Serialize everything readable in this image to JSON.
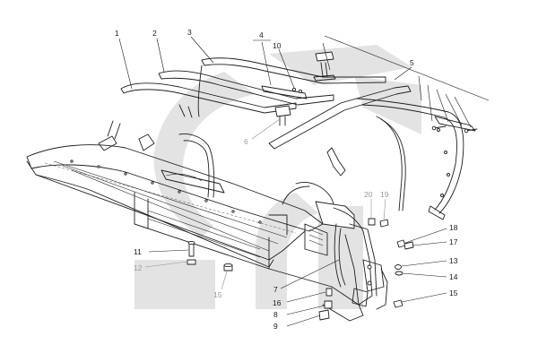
{
  "diagram": {
    "watermark_color": "#e3e3e3",
    "line_color": "#1f1f1f",
    "callouts": [
      {
        "id": "c1",
        "label": "1"
      },
      {
        "id": "c2",
        "label": "2"
      },
      {
        "id": "c3",
        "label": "3"
      },
      {
        "id": "c4",
        "label": "4"
      },
      {
        "id": "c10",
        "label": "10"
      },
      {
        "id": "c5",
        "label": "5"
      },
      {
        "id": "c6",
        "label": "6"
      },
      {
        "id": "c20",
        "label": "20"
      },
      {
        "id": "c19",
        "label": "19"
      },
      {
        "id": "c18",
        "label": "18"
      },
      {
        "id": "c17",
        "label": "17"
      },
      {
        "id": "c13",
        "label": "13"
      },
      {
        "id": "c14",
        "label": "14"
      },
      {
        "id": "c15r",
        "label": "15"
      },
      {
        "id": "c11",
        "label": "11"
      },
      {
        "id": "c12",
        "label": "12"
      },
      {
        "id": "c15l",
        "label": "15"
      },
      {
        "id": "c7",
        "label": "7"
      },
      {
        "id": "c16",
        "label": "16"
      },
      {
        "id": "c8",
        "label": "8"
      },
      {
        "id": "c9",
        "label": "9"
      }
    ]
  }
}
